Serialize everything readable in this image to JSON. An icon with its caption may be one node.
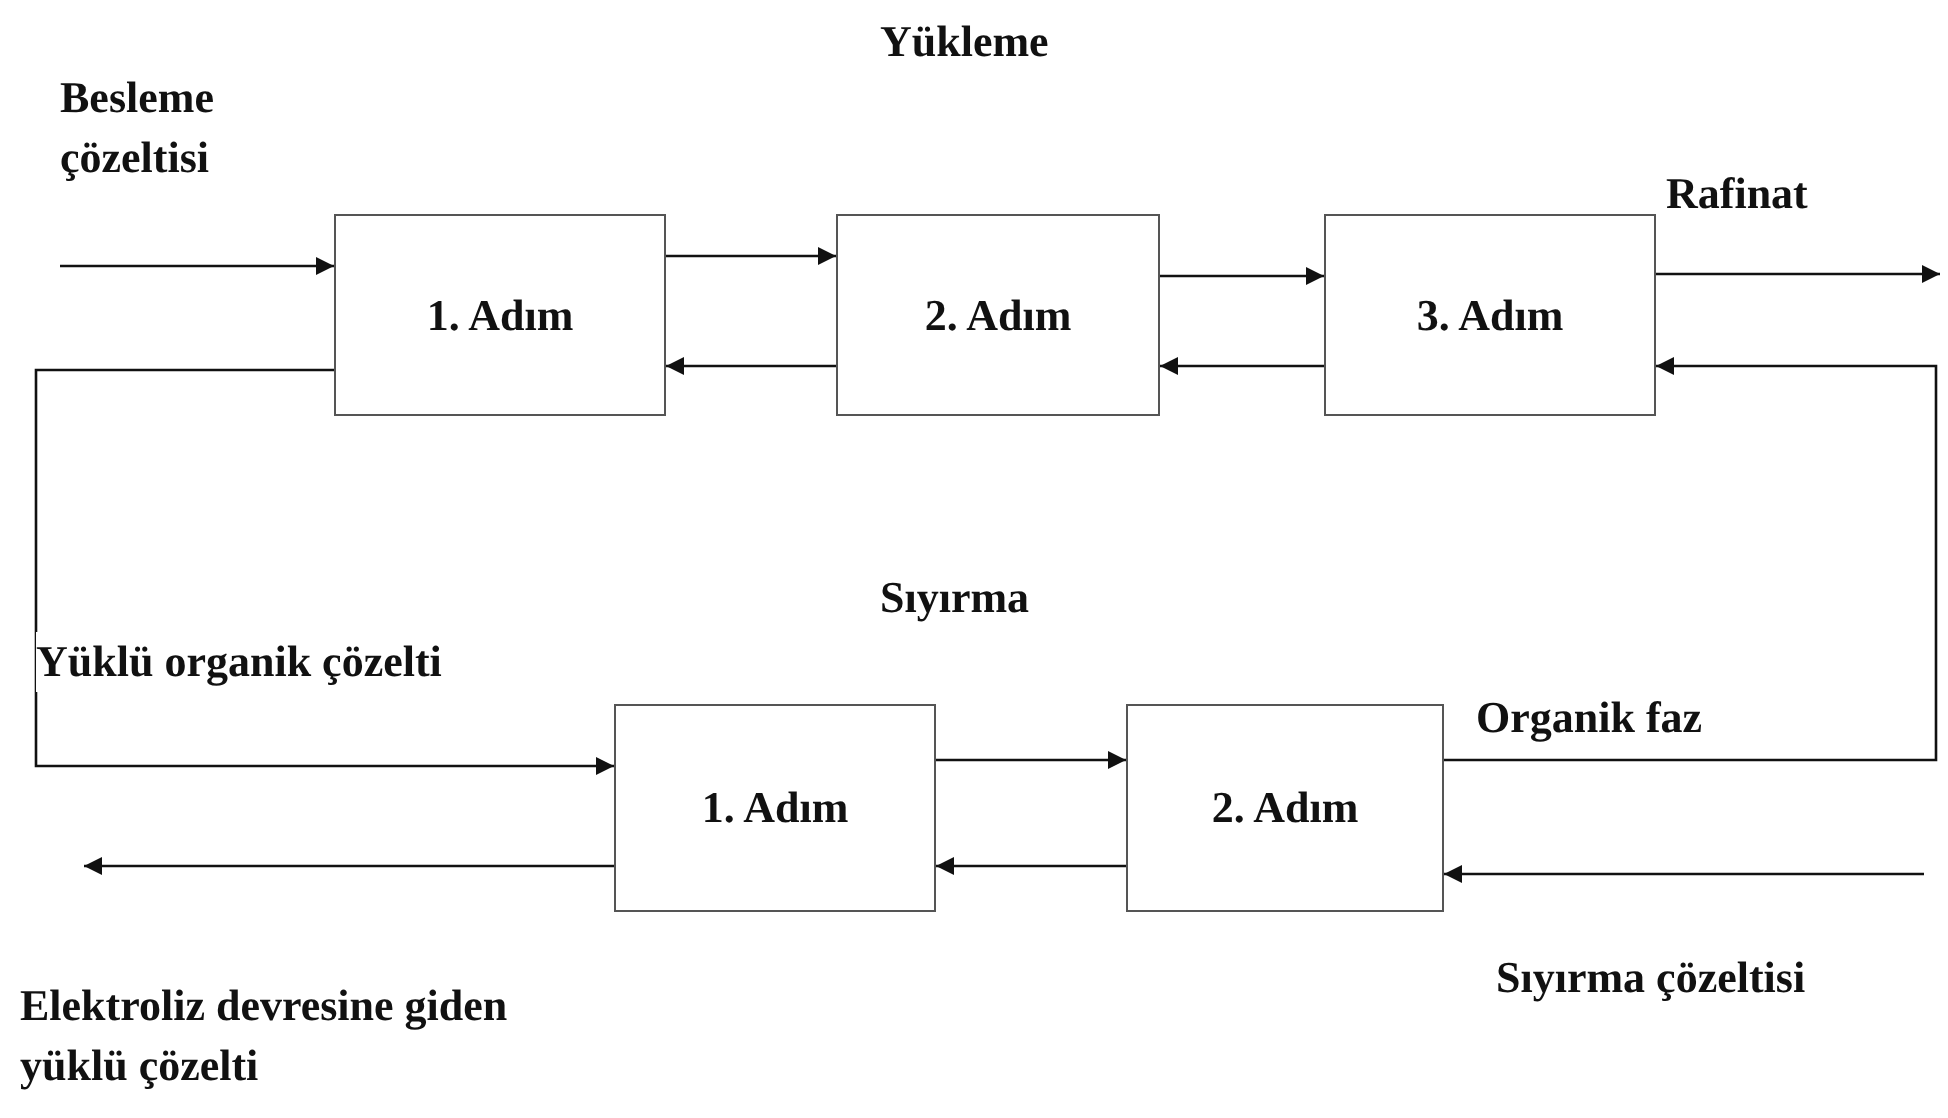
{
  "diagram": {
    "nodes": [
      {
        "text": [
          "1. Adım"
        ]
      },
      {
        "text": [
          "2. Adım"
        ]
      },
      {
        "text": [
          "3. Adım"
        ]
      },
      {
        "text": [
          "1. Adım"
        ]
      },
      {
        "text": [
          "2. Adım"
        ]
      }
    ],
    "edges": [
      {
        "from": null,
        "to": 0,
        "arrow": "to"
      },
      {
        "from": 0,
        "to": 1,
        "arrow": "to"
      },
      {
        "from": 1,
        "to": 0,
        "arrow": "to"
      },
      {
        "from": 1,
        "to": 2,
        "arrow": "to"
      },
      {
        "from": 2,
        "to": 1,
        "arrow": "to"
      },
      {
        "from": 2,
        "to": null,
        "arrow": "to"
      },
      {
        "from": 0,
        "to": 3,
        "arrow": "to",
        "label": "Yüklü organik çözelti"
      },
      {
        "from": 3,
        "to": 4,
        "arrow": "to"
      },
      {
        "from": 4,
        "to": 3,
        "arrow": "to"
      },
      {
        "from": 3,
        "to": null,
        "arrow": "to"
      },
      {
        "from": 4,
        "to": 2,
        "arrow": "to",
        "label": "Organik faz"
      },
      {
        "from": null,
        "to": 4,
        "arrow": "to"
      }
    ],
    "labels": [
      "Yükleme",
      "Besleme çözeltisi",
      "Rafinat",
      "Sıyırma",
      "Elektroliz devresine giden yüklü çözelti",
      "Sıyırma çözeltisi"
    ]
  }
}
